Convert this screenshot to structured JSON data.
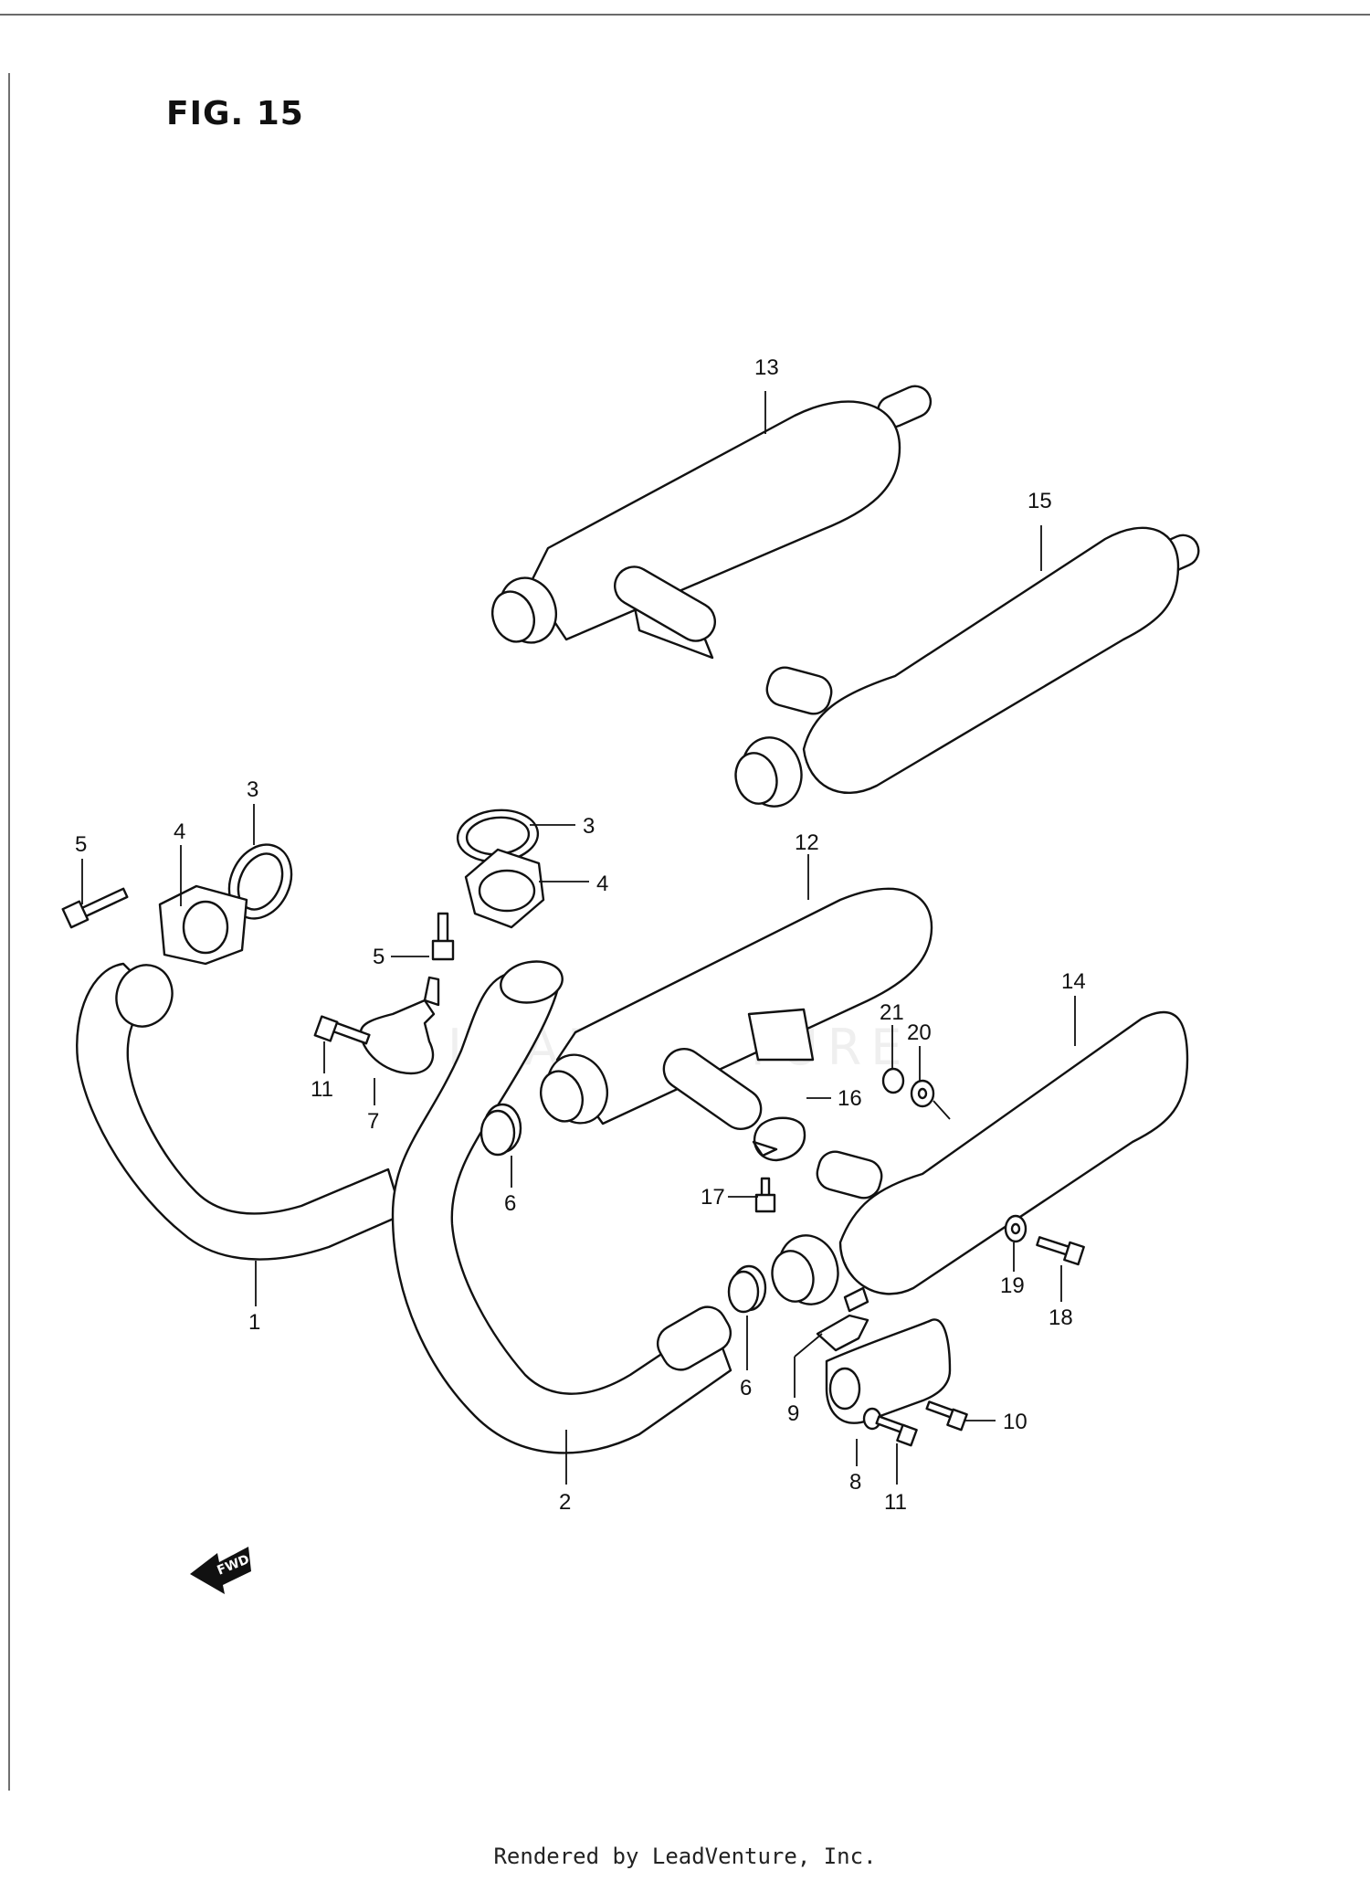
{
  "figure": {
    "title": "FIG. 15"
  },
  "watermark": "LEADVENTURE",
  "footer": "Rendered by LeadVenture, Inc.",
  "direction_badge": "FWD",
  "callouts": [
    "1",
    "2",
    "3",
    "3",
    "4",
    "4",
    "5",
    "5",
    "6",
    "6",
    "7",
    "8",
    "9",
    "10",
    "11",
    "11",
    "12",
    "13",
    "14",
    "15",
    "16",
    "17",
    "18",
    "19",
    "20",
    "21"
  ]
}
